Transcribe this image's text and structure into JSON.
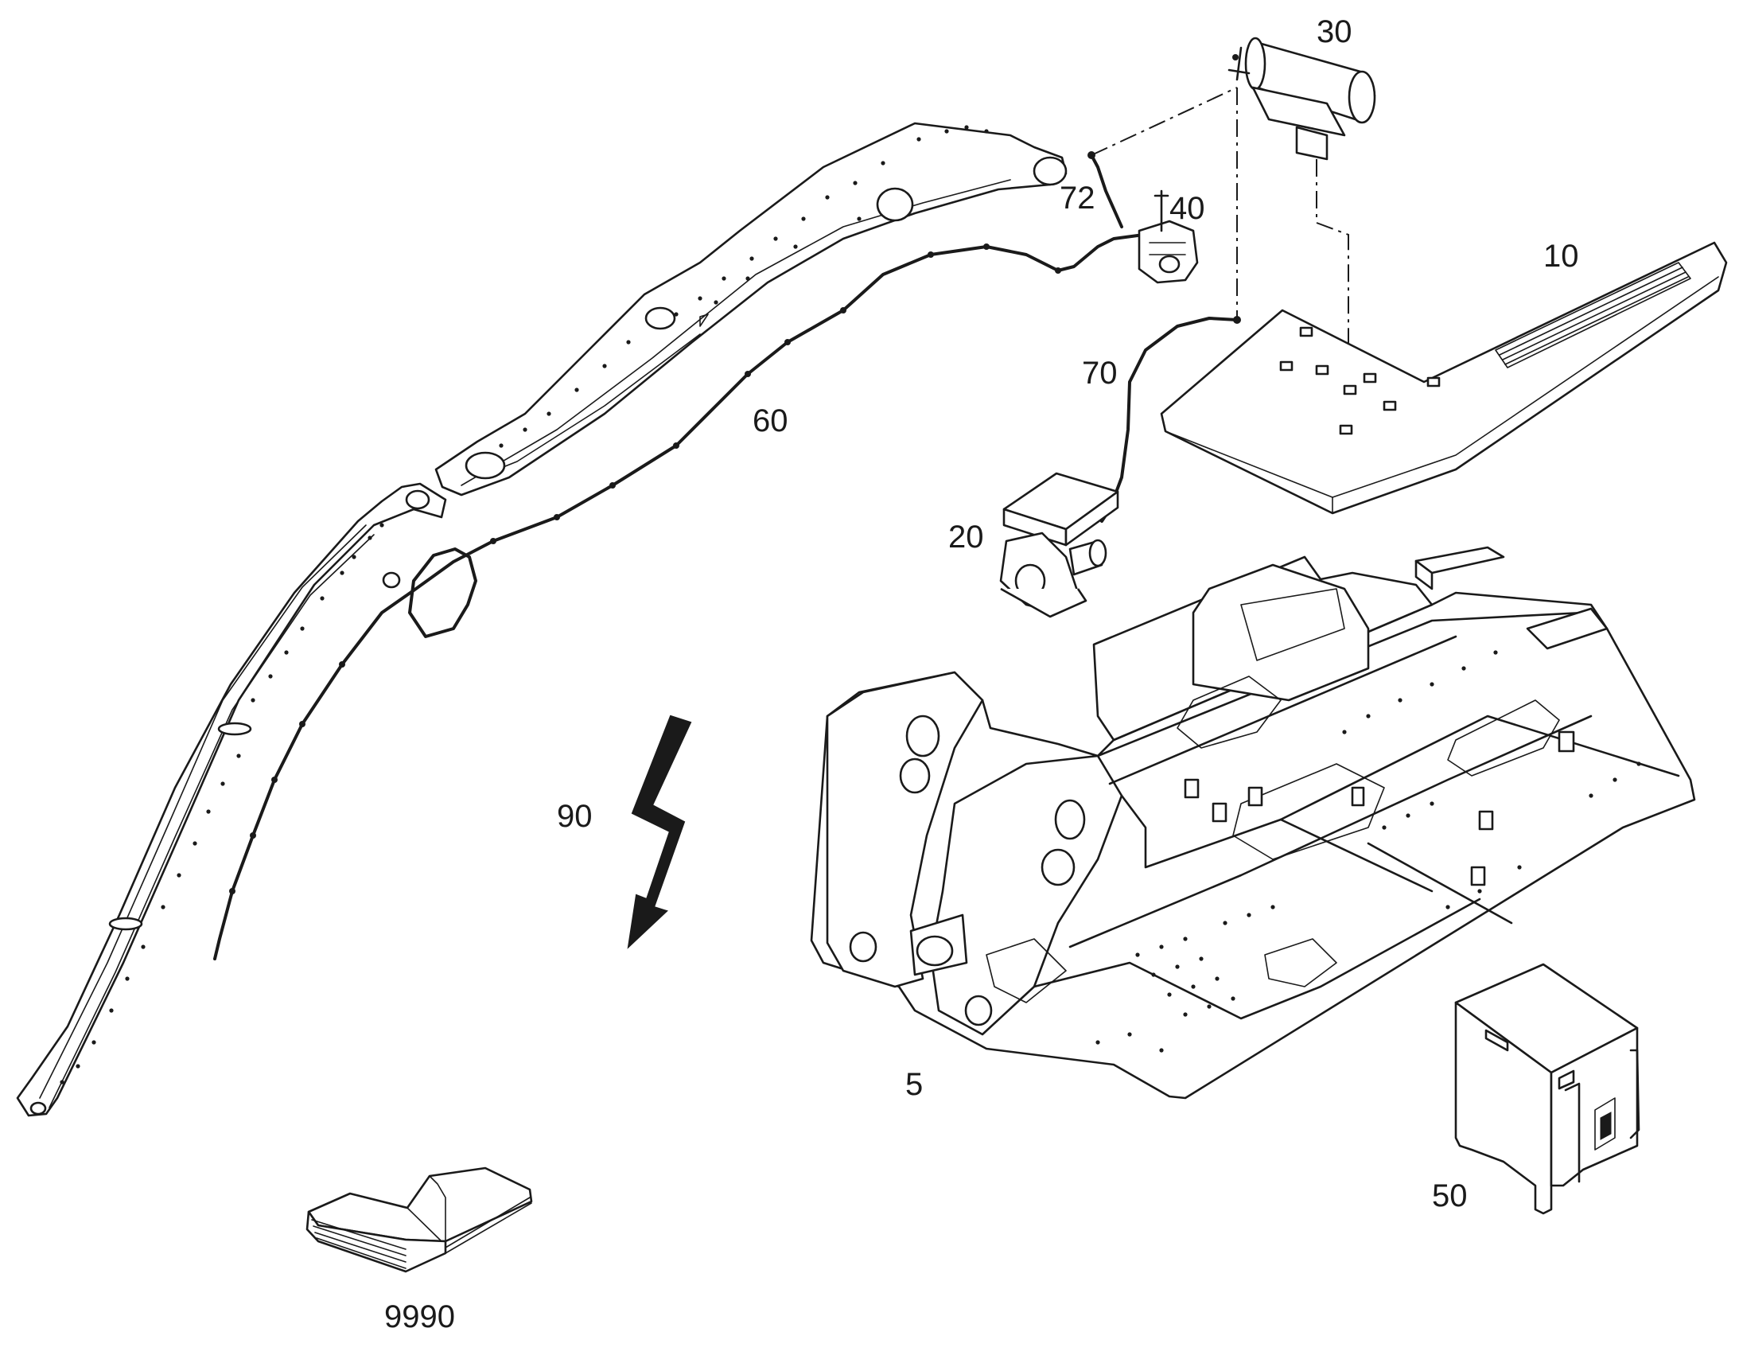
{
  "diagram": {
    "callouts": {
      "c5": "5",
      "c10": "10",
      "c20": "20",
      "c30": "30",
      "c40": "40",
      "c50": "50",
      "c60": "60",
      "c70": "70",
      "c72": "72",
      "c90": "90",
      "c9990": "9990"
    },
    "icons": {
      "arrow": "lightning-arrow-icon",
      "manual": "open-book-icon"
    }
  }
}
